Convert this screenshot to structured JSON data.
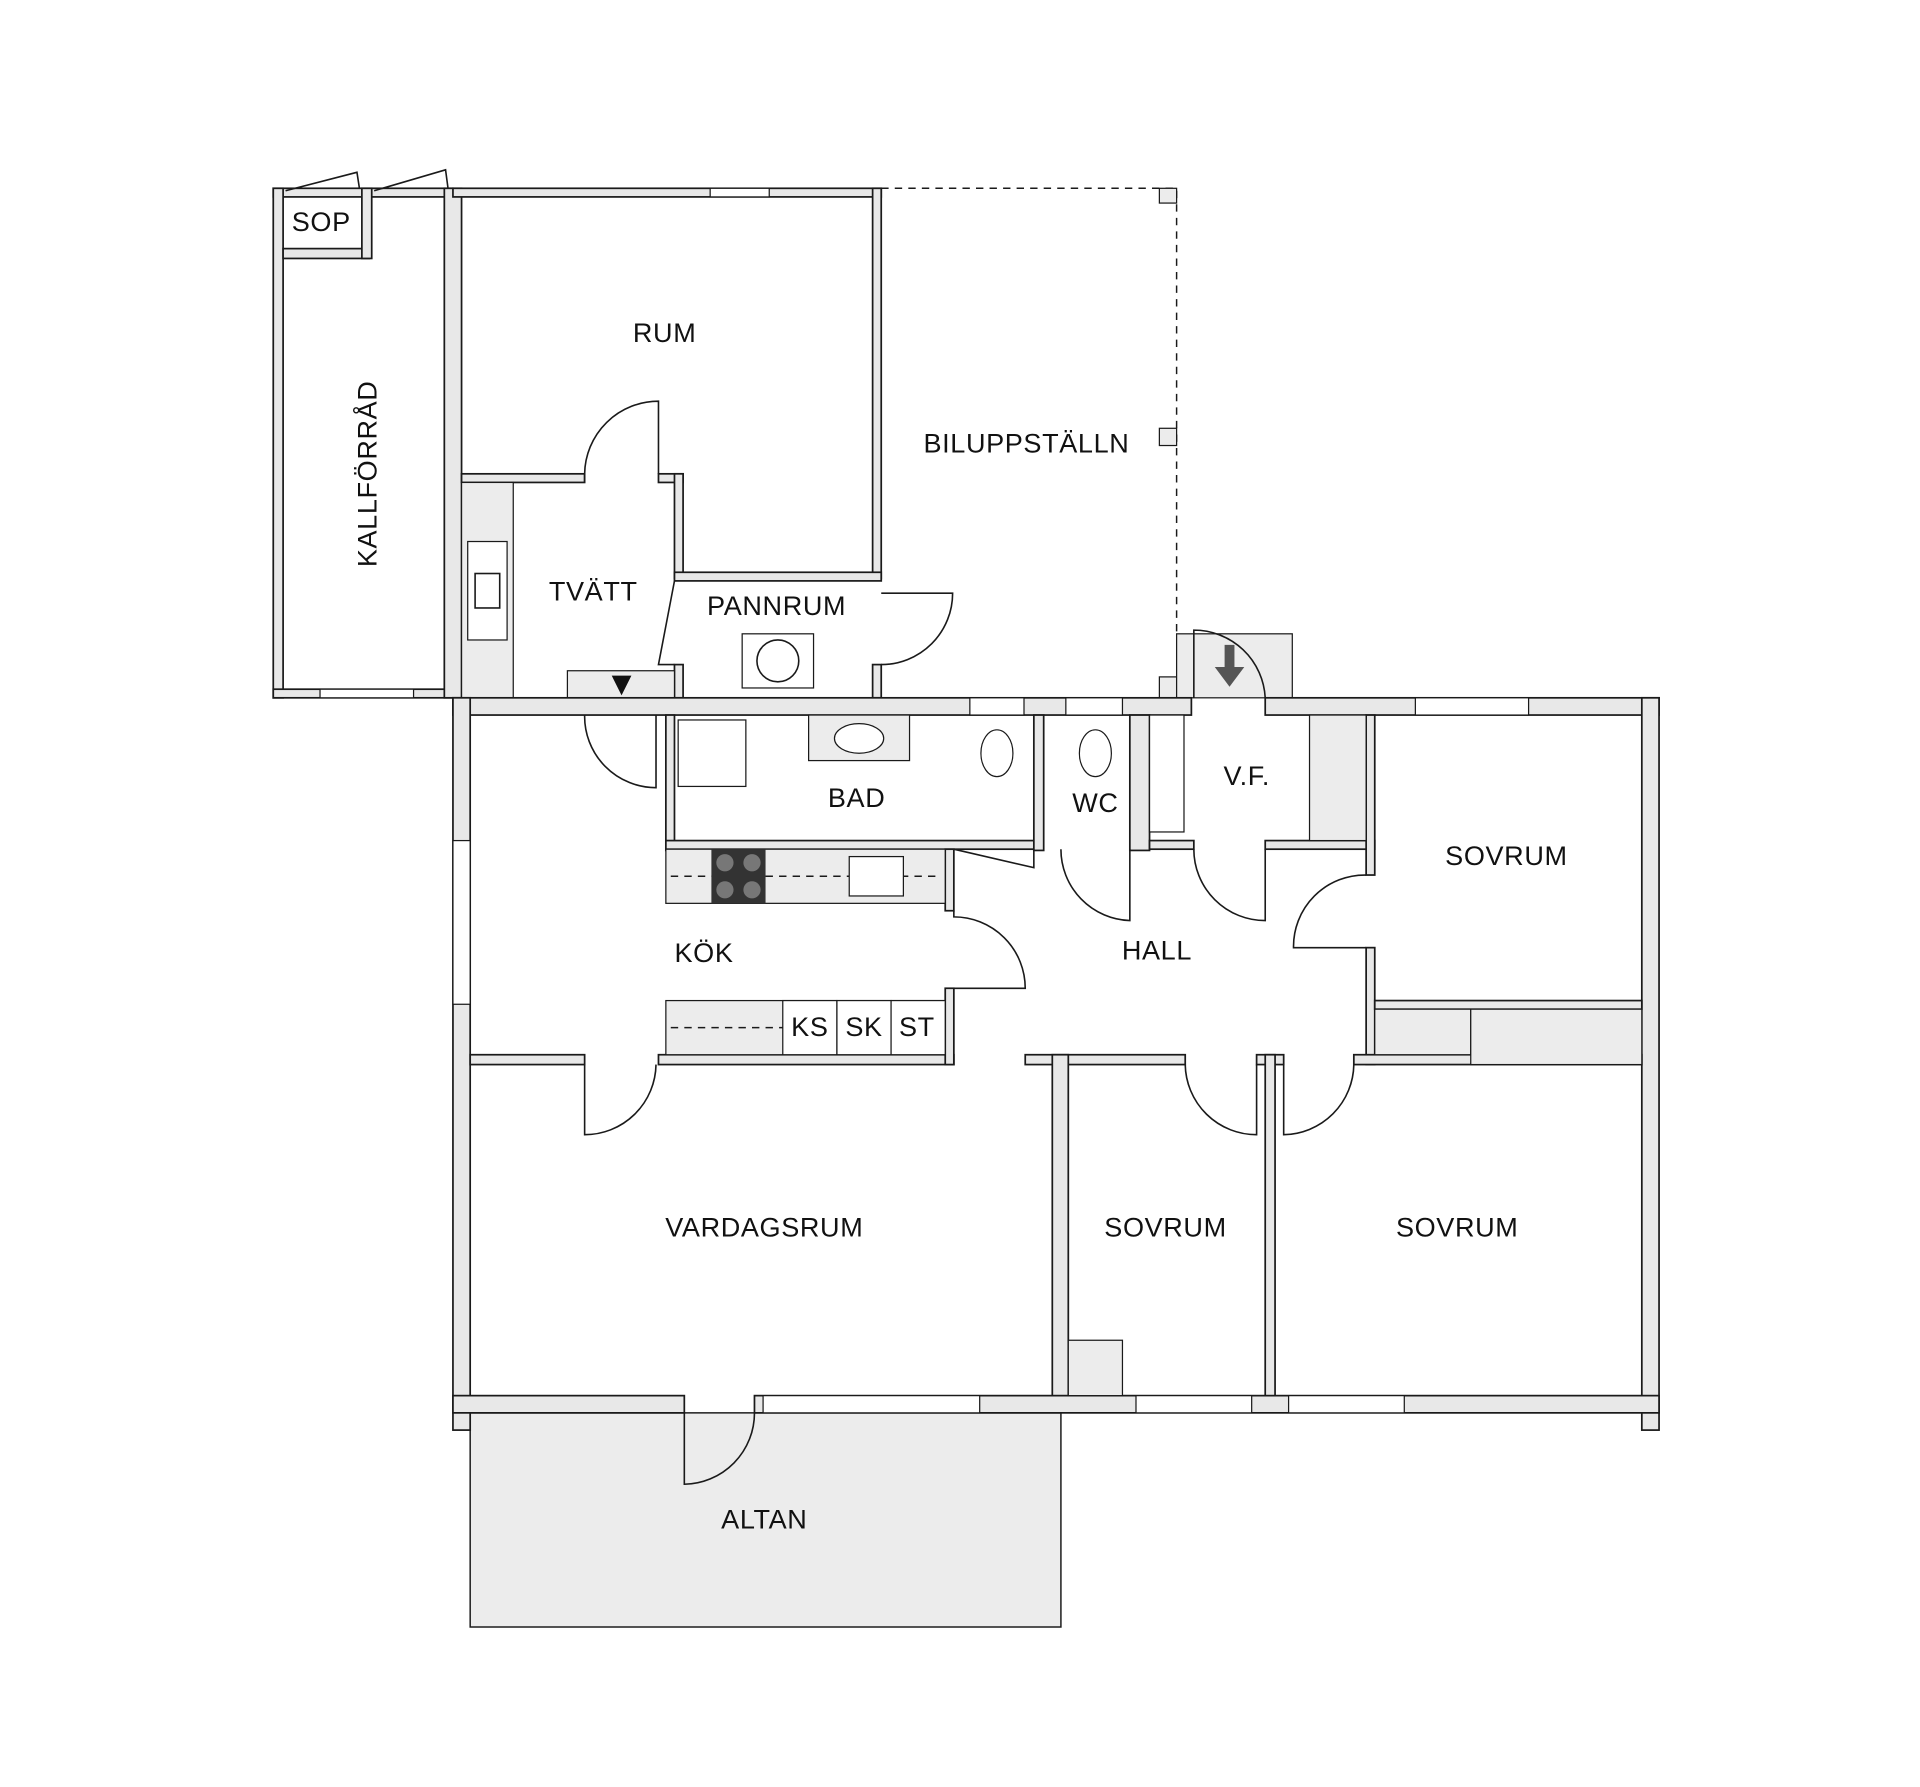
{
  "plan": {
    "rooms": {
      "sop": "SOP",
      "kallforrad": "KALLFÖRRÅD",
      "rum": "RUM",
      "biluppstalln": "BILUPPSTÄLLN",
      "tvatt": "TVÄTT",
      "pannrum": "PANNRUM",
      "bad": "BAD",
      "wc": "WC",
      "vf": "V.F.",
      "sovrum_1": "SOVRUM",
      "kok": "KÖK",
      "hall": "HALL",
      "vardagsrum": "VARDAGSRUM",
      "sovrum_2": "SOVRUM",
      "sovrum_3": "SOVRUM",
      "altan": "ALTAN"
    },
    "closets": {
      "ks": "KS",
      "sk": "SK",
      "st": "ST"
    },
    "colors": {
      "wall_fill": "#e8e8e8",
      "line": "#1a1a1a",
      "arrow": "#555555"
    }
  }
}
